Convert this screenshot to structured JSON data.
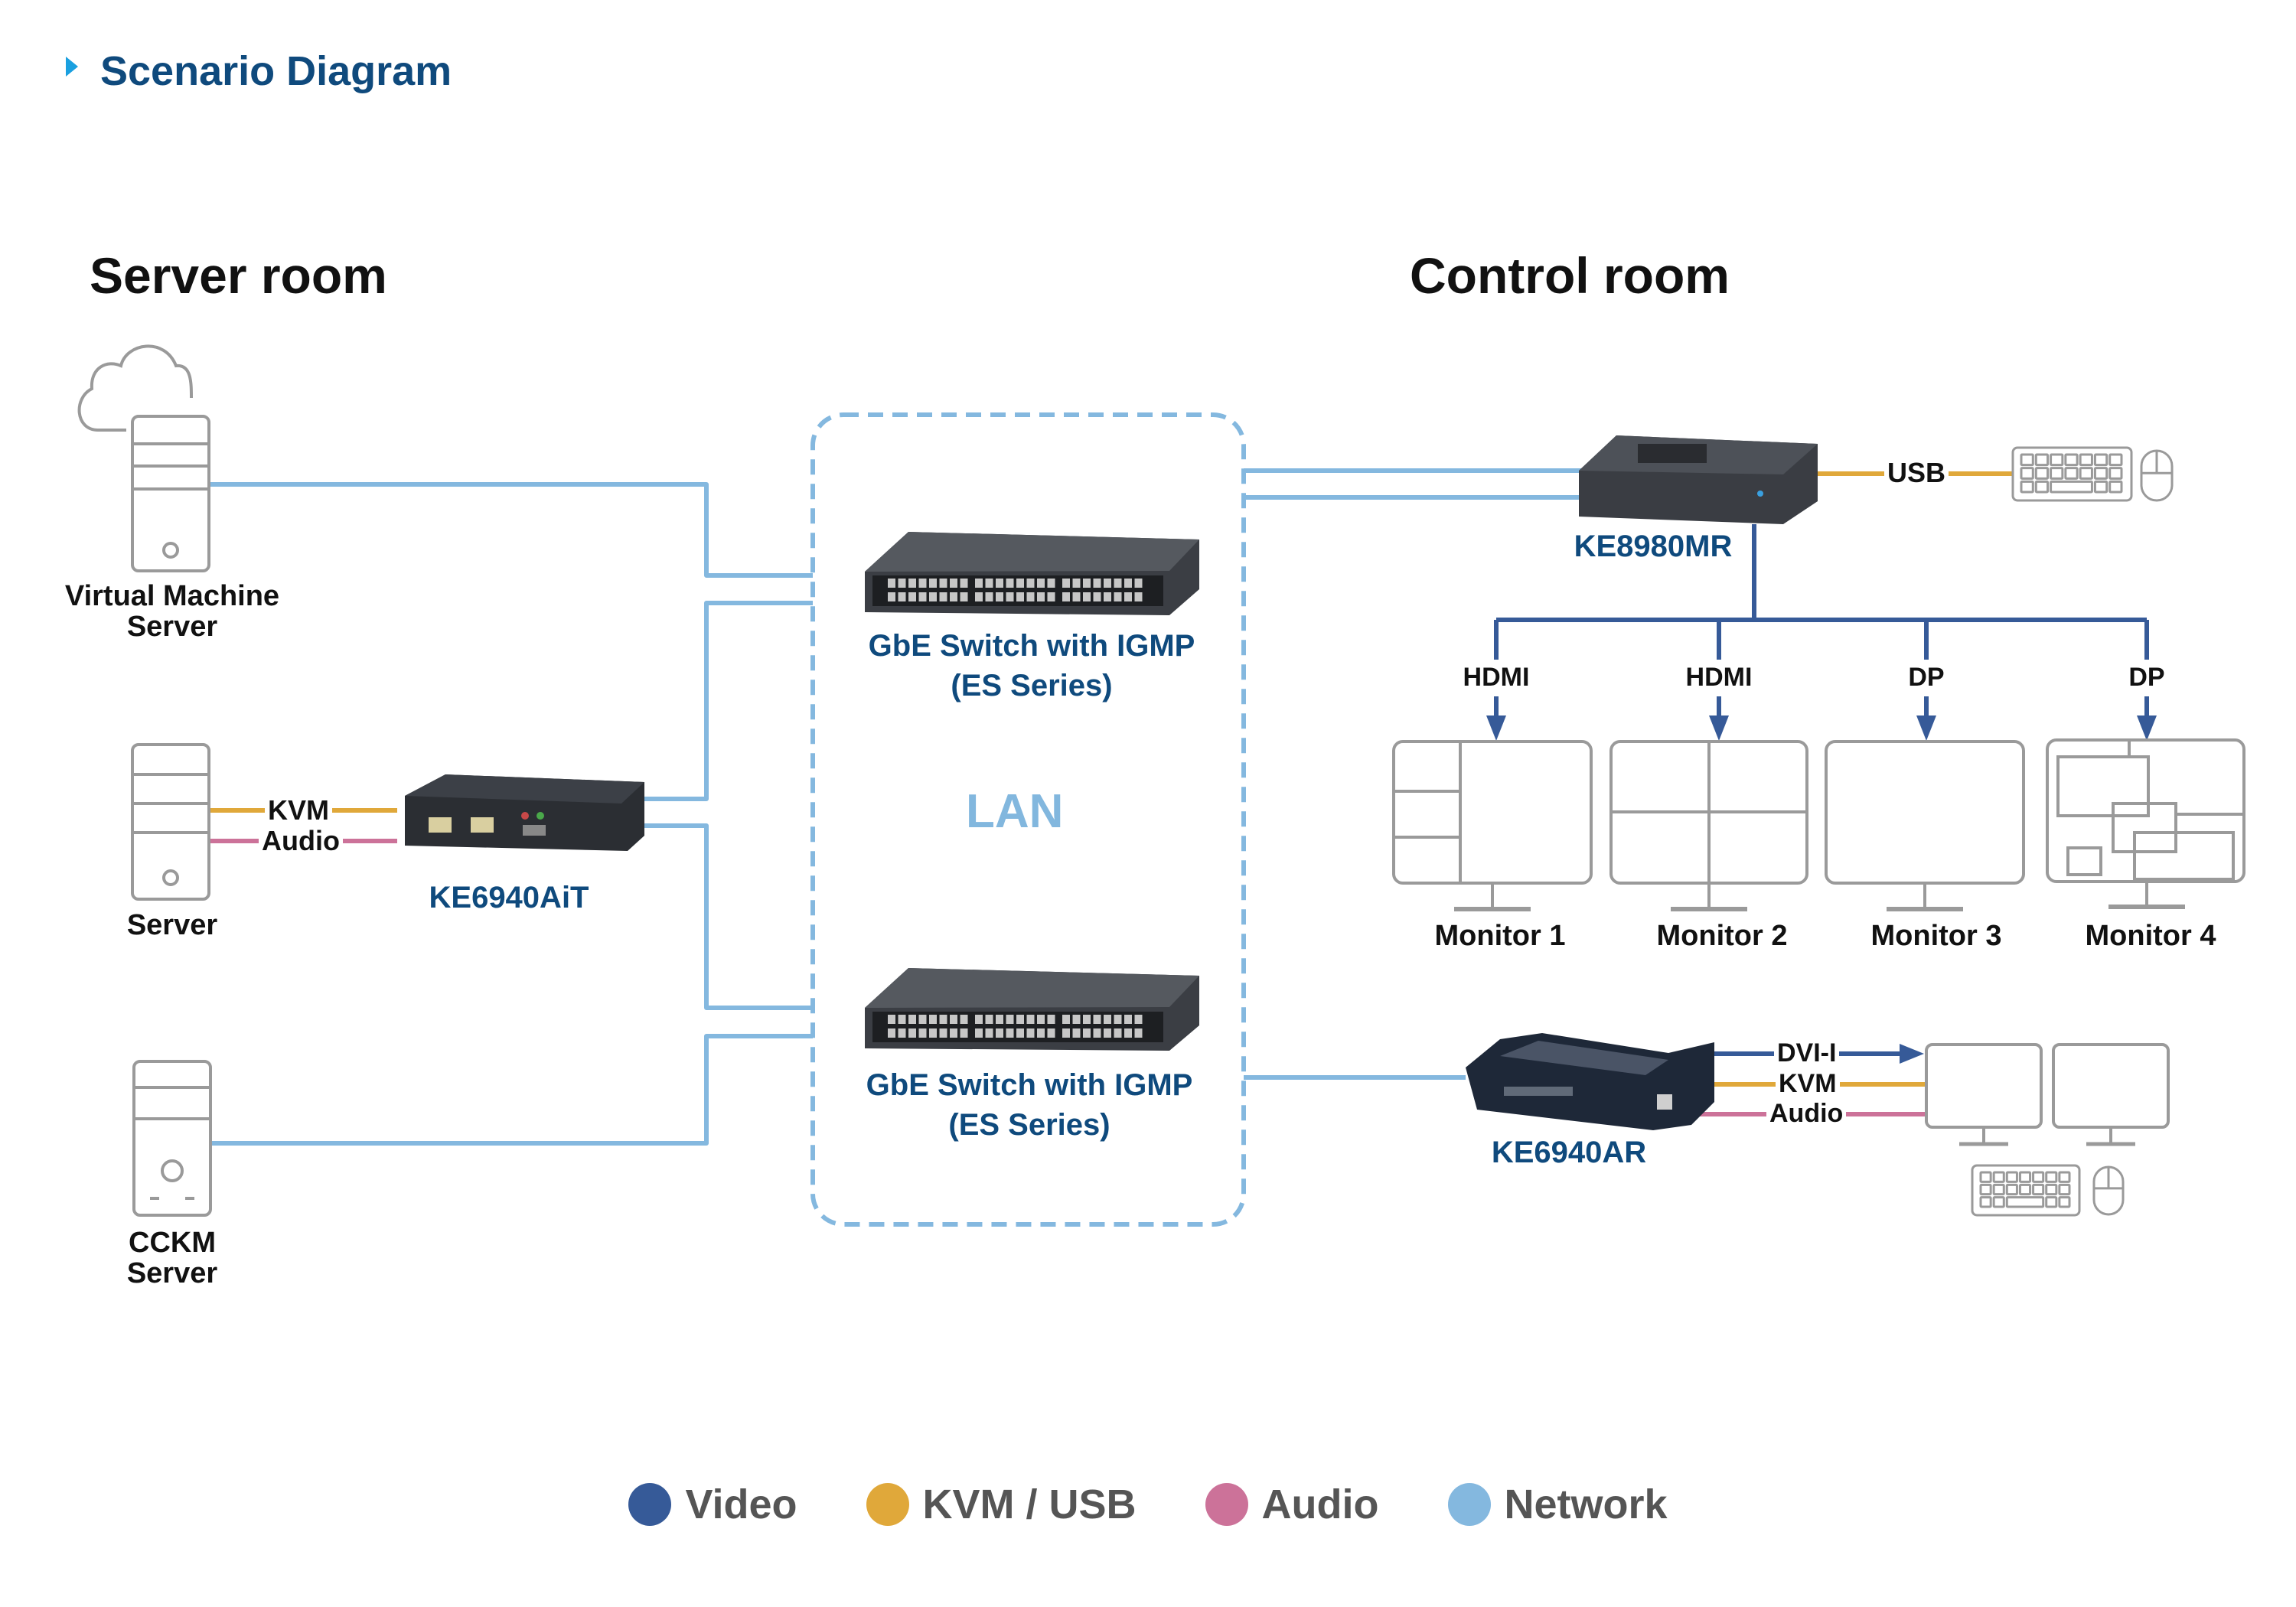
{
  "header": {
    "title": "Scenario Diagram",
    "arrow_icon": "triangle-right-icon"
  },
  "rooms": {
    "server_room": "Server room",
    "control_room": "Control room"
  },
  "lan": {
    "label": "LAN"
  },
  "switches": [
    {
      "line1": "GbE Switch with IGMP",
      "line2": "(ES Series)"
    },
    {
      "line1": "GbE Switch with IGMP",
      "line2": "(ES Series)"
    }
  ],
  "server_room_devices": {
    "vm_server": {
      "line1": "Virtual Machine",
      "line2": "Server"
    },
    "server": {
      "line1": "Server"
    },
    "cckm_server": {
      "line1": "CCKM",
      "line2": "Server"
    },
    "transmitter": {
      "label": "KE6940AiT"
    },
    "server_cables": {
      "kvm": "KVM",
      "audio": "Audio"
    }
  },
  "control_room_devices": {
    "receiver_main": {
      "label": "KE8980MR",
      "usb_label": "USB"
    },
    "outputs": [
      {
        "port": "HDMI",
        "monitor": "Monitor 1"
      },
      {
        "port": "HDMI",
        "monitor": "Monitor 2"
      },
      {
        "port": "DP",
        "monitor": "Monitor 3"
      },
      {
        "port": "DP",
        "monitor": "Monitor 4"
      }
    ],
    "receiver_second": {
      "label": "KE6940AR",
      "cables": {
        "video": "DVI-I",
        "kvm": "KVM",
        "audio": "Audio"
      }
    }
  },
  "legend": [
    {
      "label": "Video",
      "color": "#365a98"
    },
    {
      "label": "KVM / USB",
      "color": "#e0a83a"
    },
    {
      "label": "Audio",
      "color": "#cc7299"
    },
    {
      "label": "Network",
      "color": "#84b8df"
    }
  ],
  "colors": {
    "video": "#365a98",
    "kvm": "#e0a83a",
    "audio": "#cc7299",
    "network": "#84b8df",
    "outline": "#9a9a9a",
    "title": "#0f4a7d"
  }
}
